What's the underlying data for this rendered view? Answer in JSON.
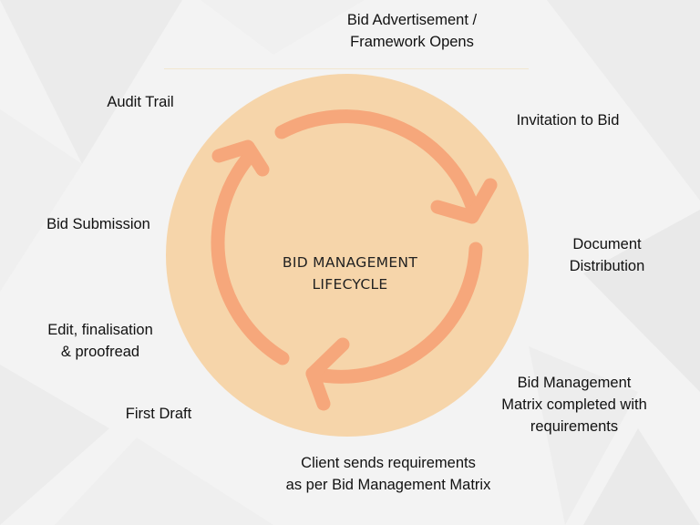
{
  "title": {
    "line1": "BID MANAGEMENT",
    "line2": "LIFECYCLE"
  },
  "steps": [
    {
      "line1": "Bid Advertisement /",
      "line2": "Framework Opens"
    },
    {
      "line1": "Invitation to Bid"
    },
    {
      "line1": "Document",
      "line2": "Distribution"
    },
    {
      "line1": "Bid Management",
      "line2": "Matrix completed with",
      "line3": "requirements"
    },
    {
      "line1": "Client sends requirements",
      "line2": "as per Bid Management Matrix"
    },
    {
      "line1": "First Draft"
    },
    {
      "line1": "Edit, finalisation",
      "line2": "& proofread"
    },
    {
      "line1": "Bid Submission"
    },
    {
      "line1": "Audit Trail"
    }
  ],
  "colors": {
    "background": "#f3f3f3",
    "circle": "#f6d3a4",
    "arrow": "#f6a77b",
    "text": "#111111"
  },
  "icons": {
    "cycle": "circular-arrows-icon"
  }
}
